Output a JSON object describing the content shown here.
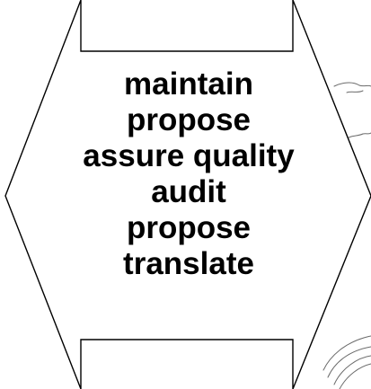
{
  "diagram": {
    "items": [
      "maintain",
      "propose",
      "assure quality",
      "audit",
      "propose",
      "translate"
    ]
  },
  "colors": {
    "outline": "#000000",
    "text": "#000000",
    "background": "#ffffff"
  }
}
